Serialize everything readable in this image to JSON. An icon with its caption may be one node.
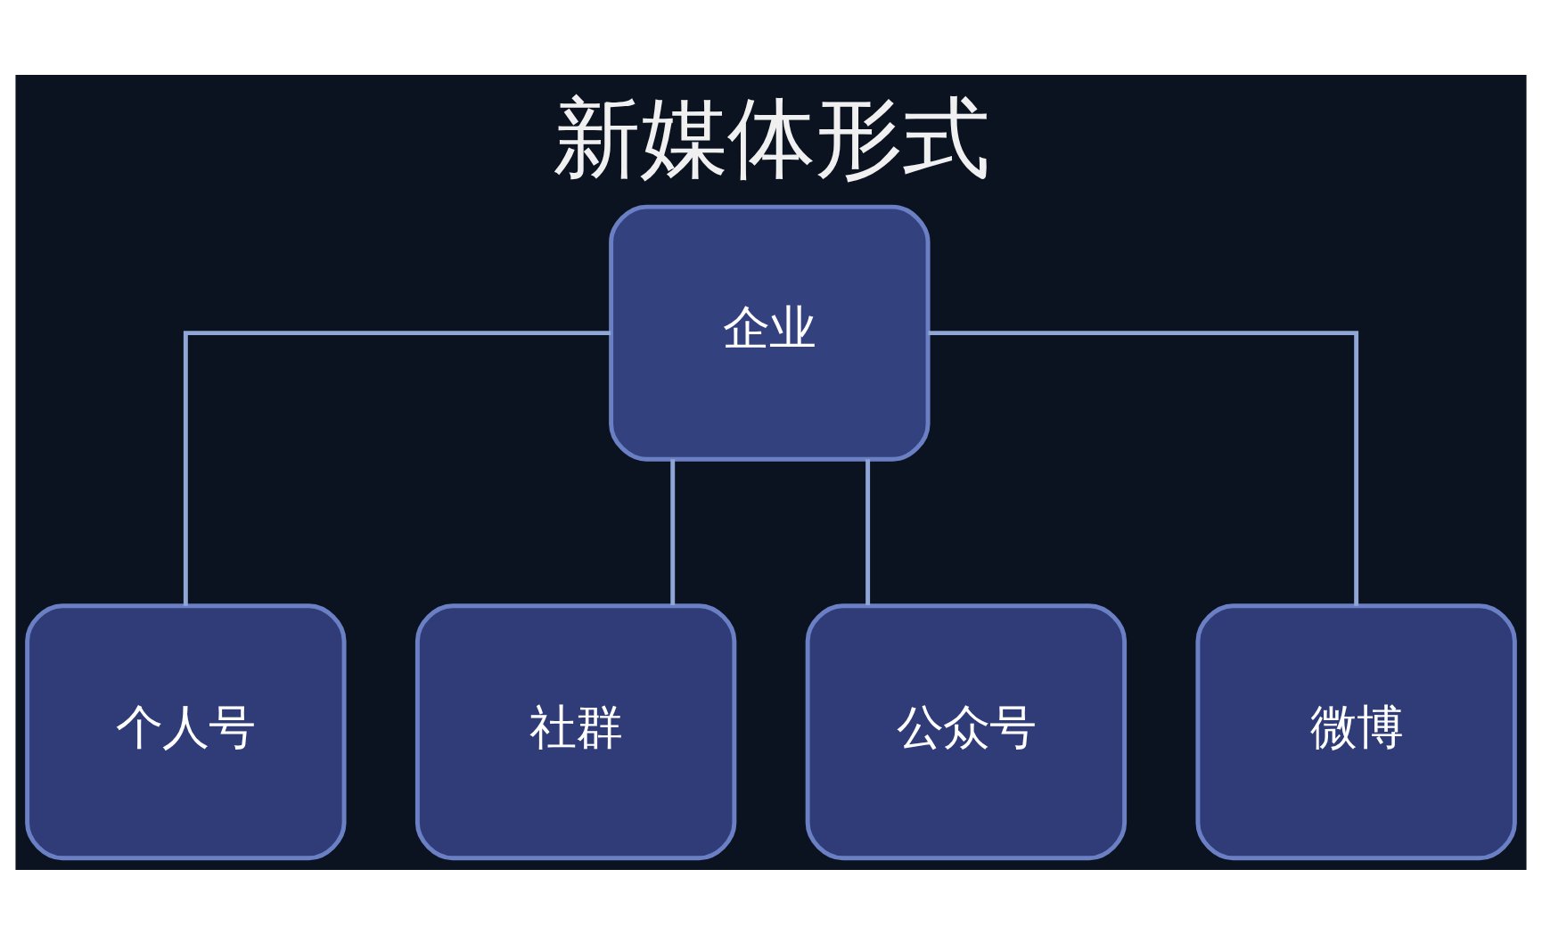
{
  "diagram": {
    "title": "新媒体形式",
    "nodes": [
      {
        "text": [
          "企业"
        ]
      },
      {
        "text": [
          "个人号"
        ]
      },
      {
        "text": [
          "社群"
        ]
      },
      {
        "text": [
          "公众号"
        ]
      },
      {
        "text": [
          "微博"
        ]
      }
    ],
    "edges": [
      {
        "from": 0,
        "to": 1,
        "arrow": "none"
      },
      {
        "from": 0,
        "to": 2,
        "arrow": "none"
      },
      {
        "from": 0,
        "to": 3,
        "arrow": "none"
      },
      {
        "from": 0,
        "to": 4,
        "arrow": "none"
      }
    ]
  }
}
